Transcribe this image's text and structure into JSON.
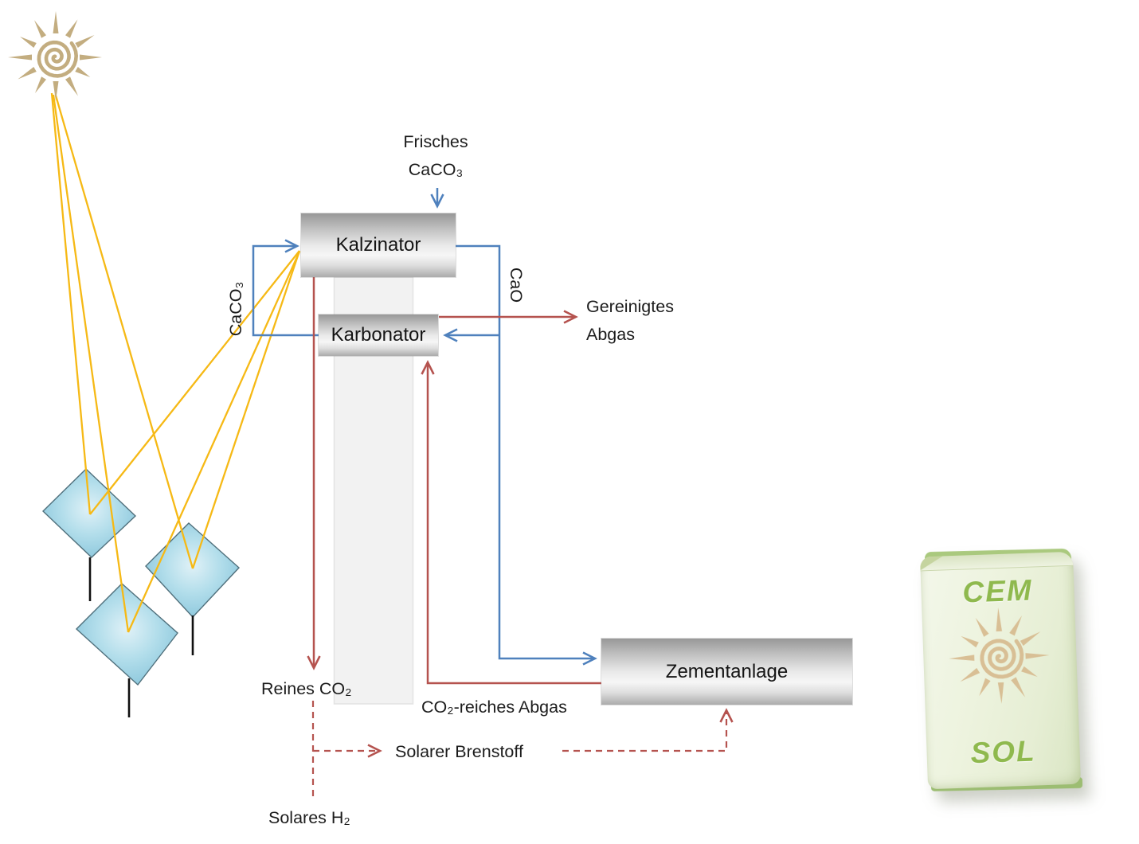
{
  "diagram": {
    "boxes": {
      "kalzinator": "Kalzinator",
      "karbonator": "Karbonator",
      "zementanlage": "Zementanlage"
    },
    "flows": {
      "fresh_feed": {
        "line1": "Frisches",
        "line2": "CaCO₃"
      },
      "caco3_recycle": "CaCO₃",
      "cao": "CaO",
      "gereinigtes_abgas": {
        "line1": "Gereinigtes",
        "line2": "Abgas"
      },
      "reines_co2": "Reines CO₂",
      "co2_reiches_abgas": "CO₂-reiches Abgas",
      "solarer_brenstoff": "Solarer Brenstoff",
      "solares_h2": "Solares H₂"
    },
    "bag": {
      "brand_top": "CEM",
      "brand_bottom": "SOL"
    },
    "colors": {
      "flow_blue": "#4f81bd",
      "flow_red": "#b5534f",
      "solar_ray_yellow": "#f6b915",
      "sun_tan": "#c3ad80",
      "heliostat_blue": "#8cc7dc",
      "column_gray": "#f2f2f2",
      "bag_green_text": "#8fb94e",
      "bag_paper_green": "#ecf2dd"
    }
  }
}
